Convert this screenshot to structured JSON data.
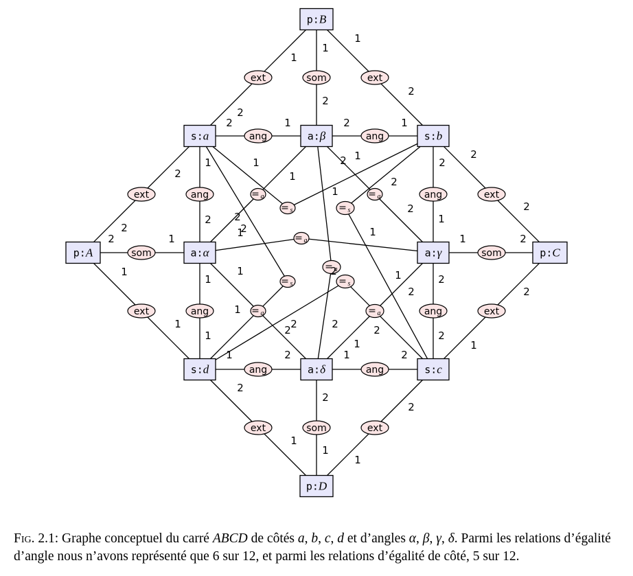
{
  "concepts": [
    {
      "id": "pB",
      "type": "p",
      "ref": "B"
    },
    {
      "id": "sa",
      "type": "s",
      "ref": "a"
    },
    {
      "id": "abeta",
      "type": "a",
      "ref": "β"
    },
    {
      "id": "sb",
      "type": "s",
      "ref": "b"
    },
    {
      "id": "pA",
      "type": "p",
      "ref": "A"
    },
    {
      "id": "aalpha",
      "type": "a",
      "ref": "α"
    },
    {
      "id": "agamma",
      "type": "a",
      "ref": "γ"
    },
    {
      "id": "pC",
      "type": "p",
      "ref": "C"
    },
    {
      "id": "sd",
      "type": "s",
      "ref": "d"
    },
    {
      "id": "adelta",
      "type": "a",
      "ref": "δ"
    },
    {
      "id": "sc",
      "type": "s",
      "ref": "c"
    },
    {
      "id": "pD",
      "type": "p",
      "ref": "D"
    }
  ],
  "relations": [
    {
      "id": "r_ext_B_a",
      "label": "ext",
      "sub": ""
    },
    {
      "id": "r_som_B",
      "label": "som",
      "sub": ""
    },
    {
      "id": "r_ext_B_b",
      "label": "ext",
      "sub": ""
    },
    {
      "id": "r_ang_a_beta",
      "label": "ang",
      "sub": ""
    },
    {
      "id": "r_ang_beta_b",
      "label": "ang",
      "sub": ""
    },
    {
      "id": "r_ext_A_a",
      "label": "ext",
      "sub": ""
    },
    {
      "id": "r_ang_a_alpha",
      "label": "ang",
      "sub": ""
    },
    {
      "id": "r_eqa_beta_alpha",
      "label": "=",
      "sub": "a"
    },
    {
      "id": "r_eqs_a_b",
      "label": "=",
      "sub": "s"
    },
    {
      "id": "r_eqs_b_c",
      "label": "=",
      "sub": "s"
    },
    {
      "id": "r_eqa_beta_gamma",
      "label": "=",
      "sub": "a"
    },
    {
      "id": "r_ang_b_gamma",
      "label": "ang",
      "sub": ""
    },
    {
      "id": "r_ext_C_b",
      "label": "ext",
      "sub": ""
    },
    {
      "id": "r_som_A",
      "label": "som",
      "sub": ""
    },
    {
      "id": "r_eqa_alpha_gamma",
      "label": "=",
      "sub": "a"
    },
    {
      "id": "r_som_C",
      "label": "som",
      "sub": ""
    },
    {
      "id": "r_eqa_beta_delta",
      "label": "=",
      "sub": "a"
    },
    {
      "id": "r_eqs_a_d",
      "label": "=",
      "sub": "s"
    },
    {
      "id": "r_eqs_d_c",
      "label": "=",
      "sub": "s"
    },
    {
      "id": "r_ext_A_d",
      "label": "ext",
      "sub": ""
    },
    {
      "id": "r_ang_alpha_d",
      "label": "ang",
      "sub": ""
    },
    {
      "id": "r_eqa_alpha_delta",
      "label": "=",
      "sub": "a"
    },
    {
      "id": "r_eqa_gamma_delta",
      "label": "=",
      "sub": "a"
    },
    {
      "id": "r_ang_gamma_c",
      "label": "ang",
      "sub": ""
    },
    {
      "id": "r_ext_C_c",
      "label": "ext",
      "sub": ""
    },
    {
      "id": "r_ang_d_delta",
      "label": "ang",
      "sub": ""
    },
    {
      "id": "r_ang_delta_c",
      "label": "ang",
      "sub": ""
    },
    {
      "id": "r_ext_D_d",
      "label": "ext",
      "sub": ""
    },
    {
      "id": "r_som_D",
      "label": "som",
      "sub": ""
    },
    {
      "id": "r_ext_D_c",
      "label": "ext",
      "sub": ""
    }
  ],
  "edge_labels": [
    "1",
    "1",
    "1",
    "2",
    "2",
    "2",
    "2",
    "1",
    "2",
    "1",
    "2",
    "2",
    "1",
    "2",
    "1",
    "1",
    "2",
    "1",
    "2",
    "2",
    "2",
    "1",
    "2",
    "2",
    "1",
    "1",
    "2",
    "2",
    "2",
    "1",
    "1",
    "1",
    "2",
    "1",
    "1",
    "2",
    "1",
    "2",
    "1",
    "2",
    "2",
    "1",
    "1",
    "2",
    "2",
    "1",
    "2",
    "2",
    "1",
    "2",
    "1",
    "2",
    "1",
    "2",
    "1",
    "2",
    "2",
    "2",
    "1",
    "1",
    "1"
  ],
  "caption": {
    "label": "Fig. 2.1:",
    "segments": [
      {
        "t": " Graphe conceptuel du carré ",
        "i": false
      },
      {
        "t": "ABCD",
        "i": true
      },
      {
        "t": " de côtés ",
        "i": false
      },
      {
        "t": "a",
        "i": true
      },
      {
        "t": ", ",
        "i": false
      },
      {
        "t": "b",
        "i": true
      },
      {
        "t": ", ",
        "i": false
      },
      {
        "t": "c",
        "i": true
      },
      {
        "t": ", ",
        "i": false
      },
      {
        "t": "d",
        "i": true
      },
      {
        "t": " et d’angles ",
        "i": false
      },
      {
        "t": "α",
        "i": true
      },
      {
        "t": ", ",
        "i": false
      },
      {
        "t": "β",
        "i": true
      },
      {
        "t": ", ",
        "i": false
      },
      {
        "t": "γ",
        "i": true
      },
      {
        "t": ", ",
        "i": false
      },
      {
        "t": "δ",
        "i": true
      },
      {
        "t": ". Parmi les relations d’égalité d’angle nous n’avons représenté que 6 sur 12, et parmi les relations d’égalité de côté, 5 sur 12.",
        "i": false
      }
    ]
  }
}
